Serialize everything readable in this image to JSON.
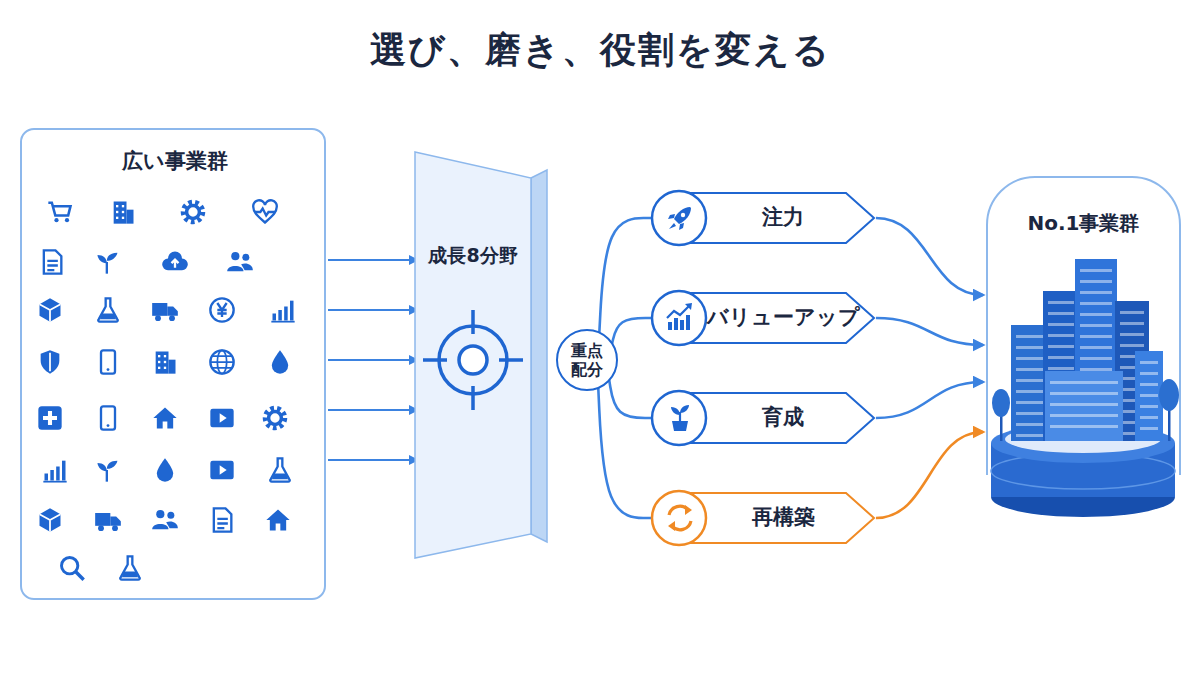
{
  "diagram": {
    "title": "選び、磨き、役割を変える",
    "nodes": [
      {
        "text": [
          "広い事業群"
        ]
      },
      {
        "text": [
          "成長8分野"
        ]
      },
      {
        "text": [
          "重点 配分"
        ]
      },
      {
        "text": [
          "注力"
        ]
      },
      {
        "text": [
          "バリューアップ"
        ]
      },
      {
        "text": [
          "育成"
        ]
      },
      {
        "text": [
          "再構築"
        ]
      },
      {
        "text": [
          "No.1事業群"
        ]
      }
    ],
    "edges": [
      {
        "from": 0,
        "to": 1,
        "arrow": "to"
      },
      {
        "from": 0,
        "to": 1,
        "arrow": "to"
      },
      {
        "from": 0,
        "to": 1,
        "arrow": "to"
      },
      {
        "from": 0,
        "to": 1,
        "arrow": "to"
      },
      {
        "from": 0,
        "to": 1,
        "arrow": "to"
      },
      {
        "from": 2,
        "to": 3,
        "arrow": "none"
      },
      {
        "from": 2,
        "to": 4,
        "arrow": "none"
      },
      {
        "from": 2,
        "to": 5,
        "arrow": "none"
      },
      {
        "from": 2,
        "to": 6,
        "arrow": "none"
      },
      {
        "from": 3,
        "to": 7,
        "arrow": "to"
      },
      {
        "from": 4,
        "to": 7,
        "arrow": "to"
      },
      {
        "from": 5,
        "to": 7,
        "arrow": "to"
      },
      {
        "from": 6,
        "to": 7,
        "arrow": "to"
      }
    ]
  }
}
